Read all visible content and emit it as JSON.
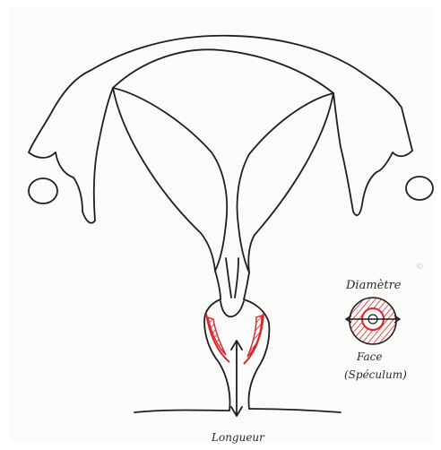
{
  "labels": {
    "diameter": "Diamètre",
    "face": "Face",
    "speculum": "(Spéculum)",
    "length": "Longueur"
  },
  "watermark": "©",
  "colors": {
    "ink": "#1f1f1f",
    "highlight": "#d8262a",
    "paper": "#fbfbf9"
  }
}
